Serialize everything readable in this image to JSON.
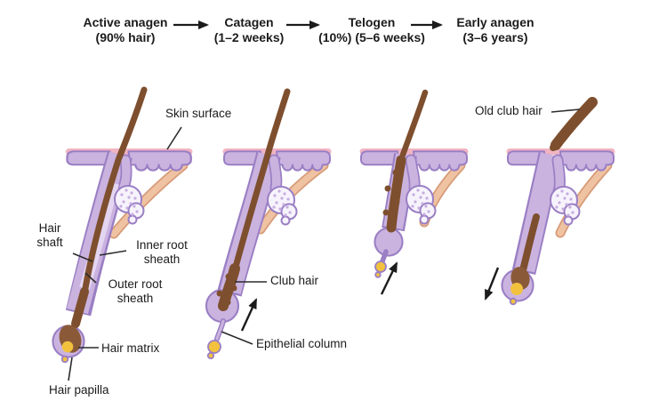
{
  "header": {
    "stages": [
      {
        "name": "Active anagen",
        "detail": "(90% hair)"
      },
      {
        "name": "Catagen",
        "detail": "(1–2 weeks)"
      },
      {
        "name": "Telogen",
        "detail": "(10%) (5–6 weeks)"
      },
      {
        "name": "Early anagen",
        "detail": "(3–6 years)"
      }
    ]
  },
  "annotations": {
    "skin_surface": "Skin surface",
    "hair_shaft": "Hair shaft",
    "inner_root_sheath": "Inner root sheath",
    "outer_root_sheath": "Outer root sheath",
    "hair_matrix": "Hair matrix",
    "hair_papilla": "Hair papilla",
    "club_hair": "Club hair",
    "epithelial_column": "Epithelial column",
    "old_club_hair": "Old club hair"
  },
  "colors": {
    "background": "#ffffff",
    "text": "#1b1b1b",
    "hair_brown": "#7e4f2e",
    "bulb_brown": "#8a5a38",
    "sheath_lavender": "#cbb3e0",
    "inner_sheath": "#e4d6f1",
    "outline_purple": "#9a7fc4",
    "skin_pink": "#f0b4c2",
    "muscle_peach": "#efc2a2",
    "muscle_outline": "#d79b79",
    "papilla_yellow": "#f2c23f",
    "gland_fill": "#f7f3fc",
    "gland_speckle": "#c7ade0"
  }
}
